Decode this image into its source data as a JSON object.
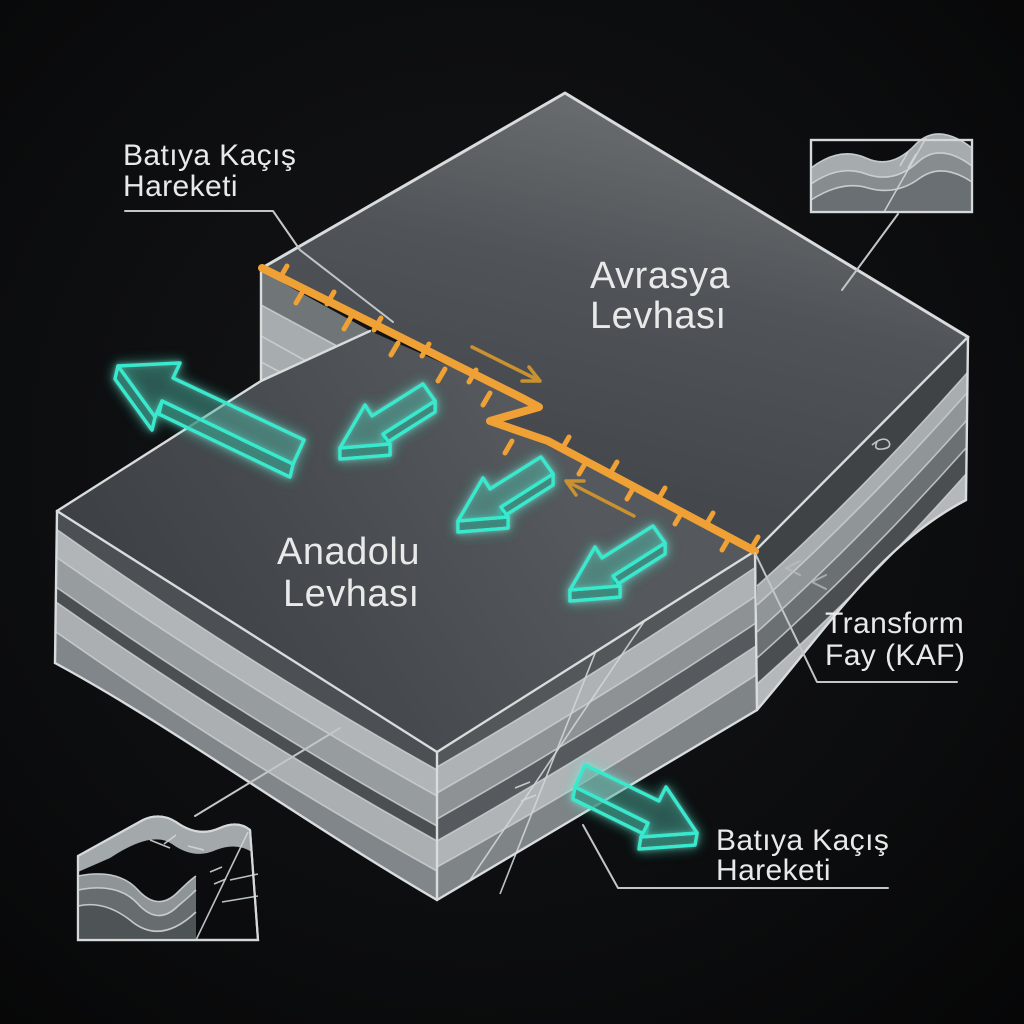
{
  "scene": {
    "description": "Kuzey Anadolu Fayi (KAF) tektonik blok diyagrami",
    "type": "tectonic-block-diagram",
    "language": "Turkish"
  },
  "labels": {
    "escape_top_left": {
      "line1": "Batıya Kaçış",
      "line2": "Hareketi"
    },
    "plate_eurasia": {
      "line1": "Avrasya",
      "line2": "Levhası"
    },
    "plate_anatolia": {
      "line1": "Anadolu",
      "line2": "Levhası"
    },
    "fault": {
      "line1": "Transform",
      "line2": "Fay (KAF)"
    },
    "escape_bottom_right": {
      "line1": "Batıya Kaçış",
      "line2": "Hareketi"
    }
  },
  "colors": {
    "background": "#0b0c0d",
    "fault_orange": "#efa136",
    "slip_arrow_orange": "#c9912f",
    "arrow_teal": "#38e9cd",
    "edge_white": "#d9dcdd",
    "leader_gray": "#c3c6c7",
    "label_text": "#e8eaea",
    "plate_top_light": "#6a6e71",
    "plate_top_dark": "#3d4145",
    "layer_light": "#b2b6b8",
    "layer_medium": "#8e9295",
    "layer_dark": "#4f5356"
  },
  "icons": {
    "escape_arrows": "3d-outline-arrow-teal",
    "fault_hachures": "perpendicular-tick-marks",
    "strike_slip_arrows": "half-arrow-pair",
    "inset_top_right": "folded-strata-fault-cross-section",
    "inset_bottom_left": "folded-strata-fault-block"
  }
}
